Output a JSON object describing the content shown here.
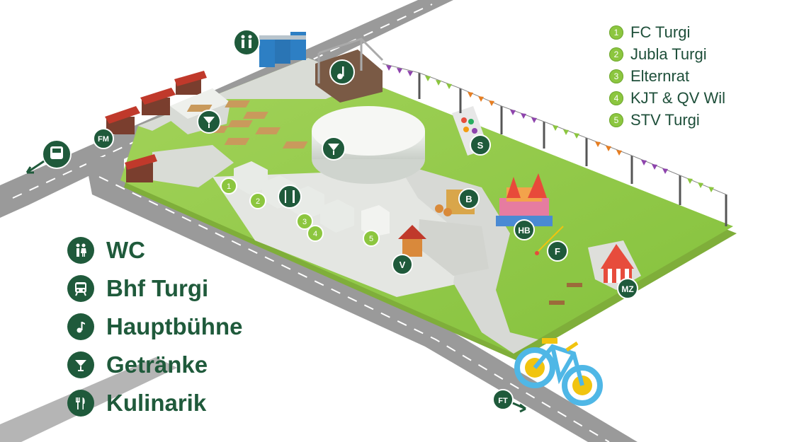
{
  "colors": {
    "pin_fill": "#1f5a3b",
    "badge_fill": "#8cc63f",
    "grass": "#8cc63f",
    "path": "#e2e2e2",
    "road": "#9a9a9a",
    "legend_text": "#1f5a3b"
  },
  "legend_groups": [
    {
      "number": "1",
      "label": "FC Turgi"
    },
    {
      "number": "2",
      "label": "Jubla Turgi"
    },
    {
      "number": "3",
      "label": "Elternrat"
    },
    {
      "number": "4",
      "label": "KJT & QV Wil"
    },
    {
      "number": "5",
      "label": "STV Turgi"
    }
  ],
  "legend_symbols": [
    {
      "icon": "wc-icon",
      "label": "WC"
    },
    {
      "icon": "train-icon",
      "label": "Bhf Turgi"
    },
    {
      "icon": "music-note-icon",
      "label": "Hauptbühne"
    },
    {
      "icon": "cocktail-glass-icon",
      "label": "Getränke"
    },
    {
      "icon": "fork-knife-icon",
      "label": "Kulinarik"
    }
  ],
  "map_pins": {
    "fm": "FM",
    "ft": "FT",
    "s": "S",
    "b": "B",
    "hb": "HB",
    "f": "F",
    "v": "V",
    "mz": "MZ"
  },
  "stall_numbers": [
    "1",
    "2",
    "3",
    "4",
    "5"
  ]
}
